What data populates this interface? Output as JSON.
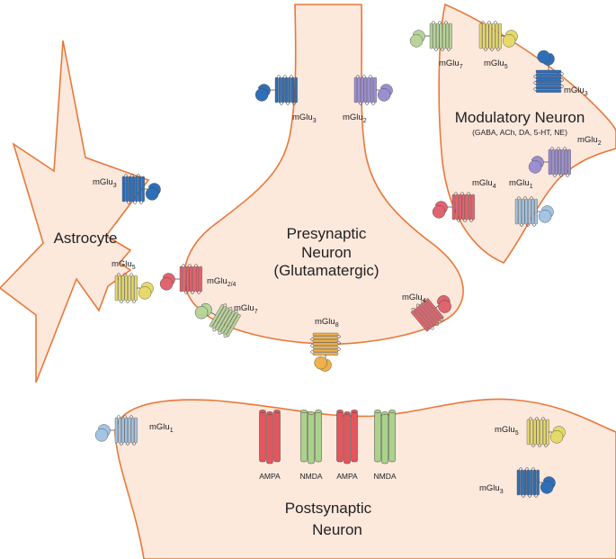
{
  "cells": {
    "presynaptic": [
      "Presynaptic",
      "Neuron",
      "(Glutamatergic)"
    ],
    "astrocyte": "Astrocyte",
    "modulatory": "Modulatory Neuron",
    "modulatory_sub": "(GABA, ACh, DA, 5-HT, NE)",
    "postsynaptic": [
      "Postsynaptic",
      "Neuron"
    ]
  },
  "receptors": {
    "axon_left": {
      "name": "mGlu",
      "sub": "3",
      "color": "#2f6fb7"
    },
    "axon_right": {
      "name": "mGlu",
      "sub": "2",
      "color": "#9c8fd0"
    },
    "astro_top": {
      "name": "mGlu",
      "sub": "3",
      "color": "#2f6fb7"
    },
    "astro_bottom": {
      "name": "mGlu",
      "sub": "5",
      "color": "#e6d96a"
    },
    "pre_left": {
      "name": "mGlu",
      "sub": "2/4",
      "color": "#e0646e"
    },
    "pre_lower_left": {
      "name": "mGlu",
      "sub": "7",
      "color": "#b8d49a"
    },
    "pre_bottom": {
      "name": "mGlu",
      "sub": "8",
      "color": "#f0b04a"
    },
    "pre_right": {
      "name": "mGlu",
      "sub": "4",
      "color": "#e0646e"
    },
    "mod_top_left": {
      "name": "mGlu",
      "sub": "7",
      "color": "#b8d49a"
    },
    "mod_top_mid": {
      "name": "mGlu",
      "sub": "5",
      "color": "#e6d96a"
    },
    "mod_right": {
      "name": "mGlu",
      "sub": "3",
      "color": "#2f6fb7"
    },
    "mod_mid_right": {
      "name": "mGlu",
      "sub": "2",
      "color": "#9c8fd0"
    },
    "mod_left": {
      "name": "mGlu",
      "sub": "4",
      "color": "#e0646e"
    },
    "mod_bottom": {
      "name": "mGlu",
      "sub": "1",
      "color": "#a3c4e3"
    },
    "post_left": {
      "name": "mGlu",
      "sub": "1",
      "color": "#a3c4e3"
    },
    "post_right_top": {
      "name": "mGlu",
      "sub": "5",
      "color": "#e6d96a"
    },
    "post_right_bottom": {
      "name": "mGlu",
      "sub": "3",
      "color": "#2f6fb7"
    }
  },
  "channels": [
    {
      "label": "AMPA",
      "color": "#e6545c"
    },
    {
      "label": "NMDA",
      "color": "#a9d28a"
    },
    {
      "label": "AMPA",
      "color": "#e6545c"
    },
    {
      "label": "NMDA",
      "color": "#a9d28a"
    }
  ]
}
